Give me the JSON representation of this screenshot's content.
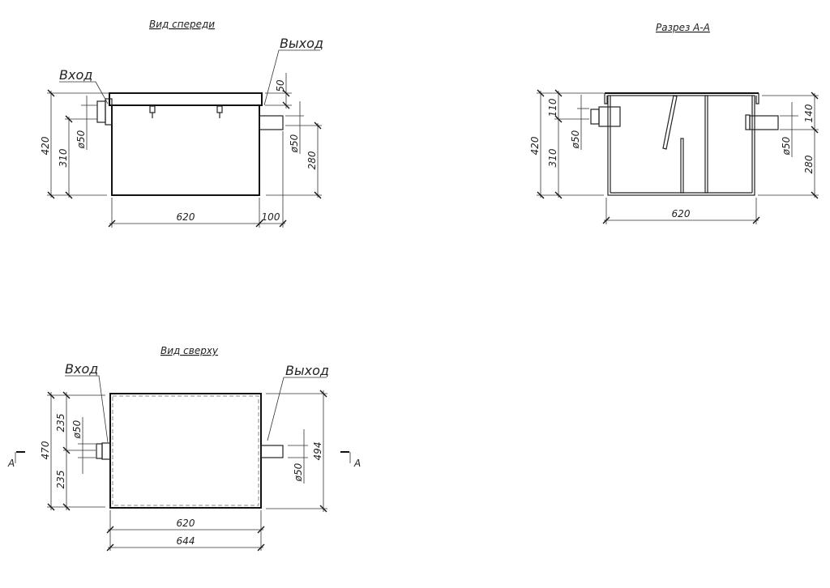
{
  "front_view": {
    "title": "Вид спереди",
    "inlet_label": "Вход",
    "outlet_label": "Выход",
    "dims": {
      "height_total": "420",
      "inlet_height": "310",
      "inlet_diameter": "ø50",
      "lid_offset": "50",
      "outlet_diameter": "ø50",
      "outlet_height": "280",
      "length": "620",
      "outlet_length": "100"
    }
  },
  "section_view": {
    "title": "Разрез А-А",
    "dims": {
      "height_total": "420",
      "inlet_top": "110",
      "inlet_height": "310",
      "inlet_diameter": "ø50",
      "outlet_top": "140",
      "outlet_diameter": "ø50",
      "outlet_height": "280",
      "length": "620"
    }
  },
  "top_view": {
    "title": "Вид сверху",
    "inlet_label": "Вход",
    "outlet_label": "Выход",
    "section_marker_left": "А",
    "section_marker_right": "А",
    "dims": {
      "width_total": "470",
      "half_top": "235",
      "half_bottom": "235",
      "inlet_diameter": "ø50",
      "outlet_diameter": "ø50",
      "width_outer": "494",
      "length_inner": "620",
      "length_outer": "644"
    }
  }
}
